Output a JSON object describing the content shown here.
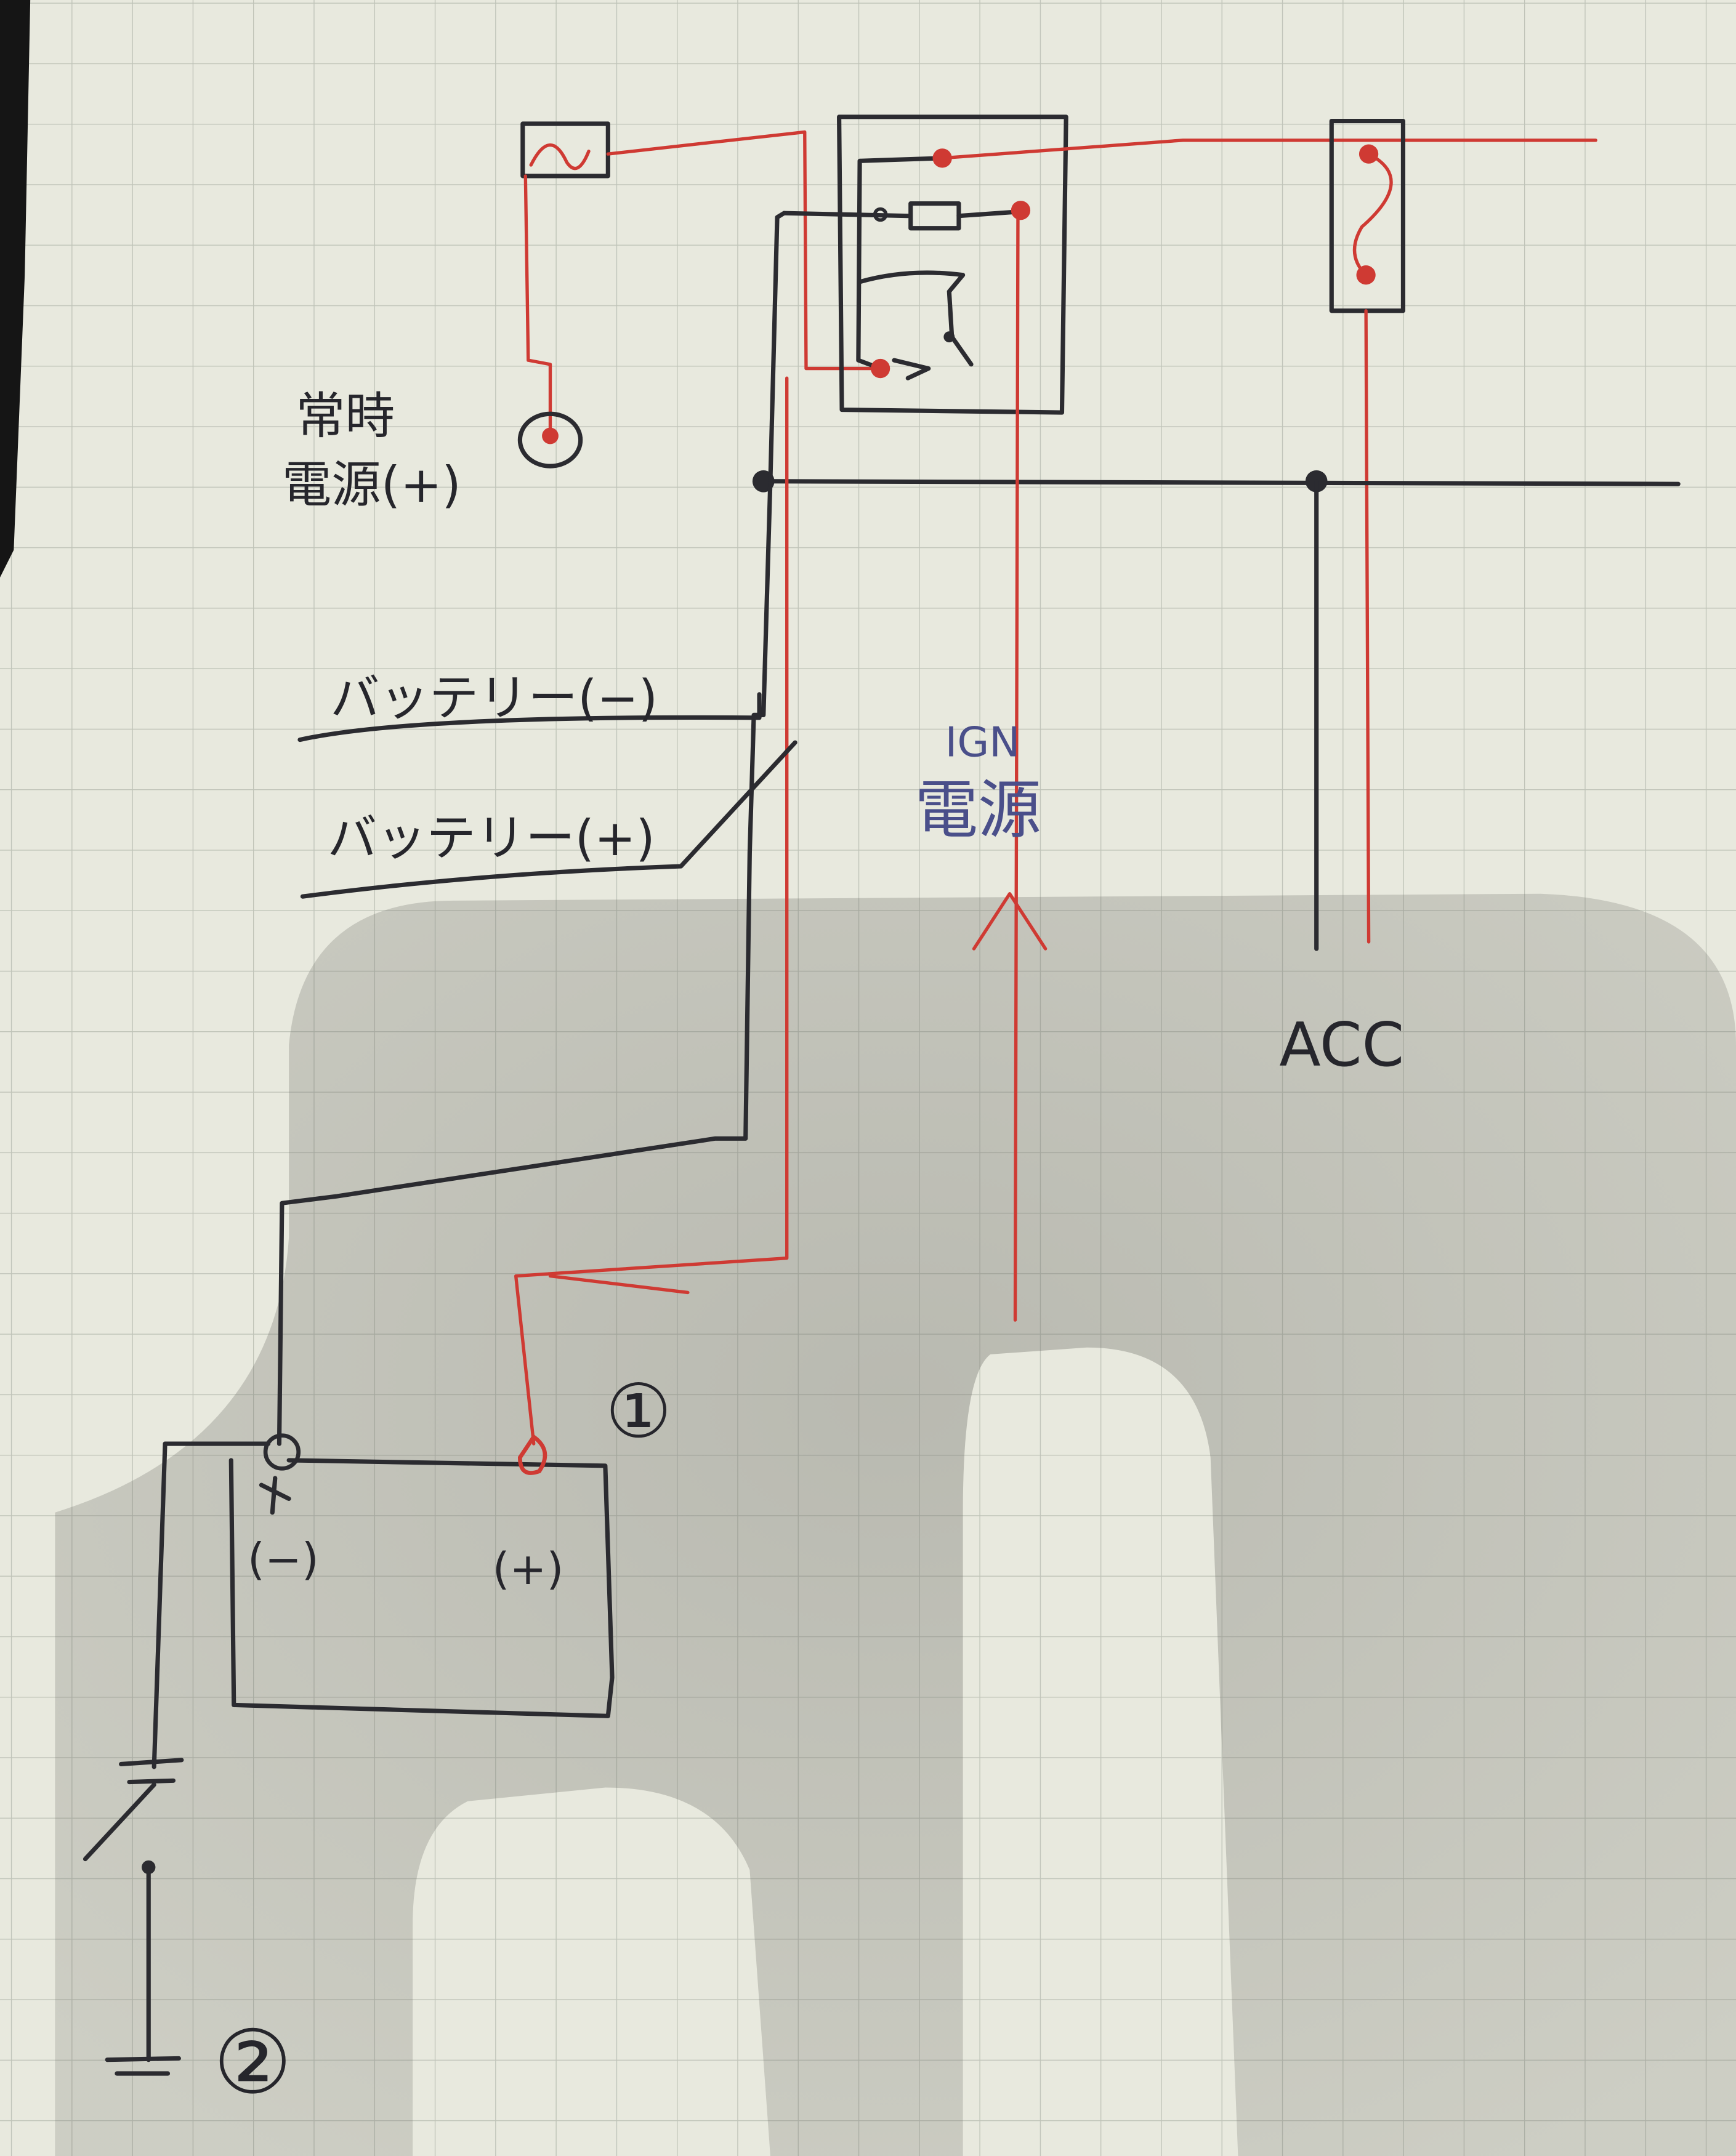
{
  "labels": {
    "constant_power": "常時電源(+)",
    "battery_negative": "バッテリー(−)",
    "battery_positive": "バッテリー(+)",
    "ign_line1": "IGN",
    "ign_line2": "電源",
    "acc": "ACC",
    "terminal_negative": "(−)",
    "terminal_positive": "(+)",
    "marker_1": "①",
    "marker_2": "②"
  },
  "colors": {
    "paper": "#e8e9de",
    "grid": "#bfc3b8",
    "ink": "#2b2b30",
    "red_wire": "#cf3a33",
    "blue_ink": "#4a4f8a"
  }
}
